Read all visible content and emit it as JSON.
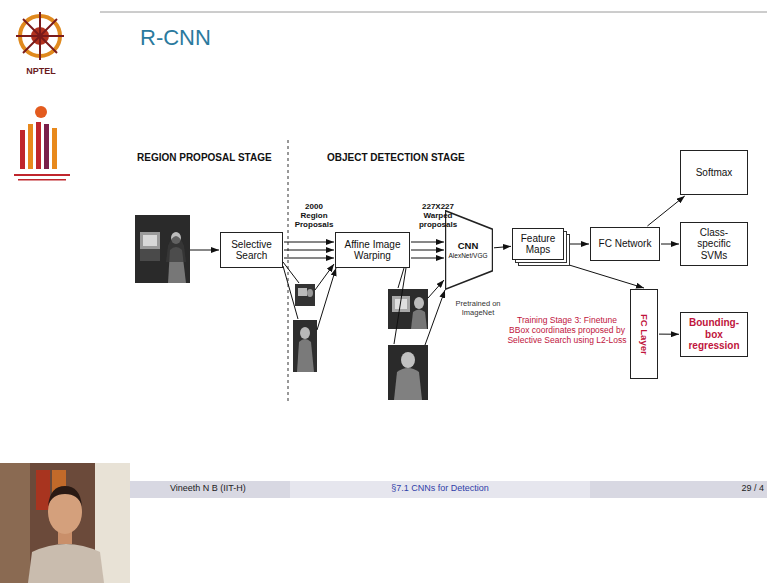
{
  "diagram": {
    "title": "R-CNN",
    "nodes": [
      {
        "text": [
          "Selective Search"
        ]
      },
      {
        "text": [
          "Affine Image Warping"
        ]
      },
      {
        "text": [
          "CNN",
          "AlexNet/VGG"
        ]
      },
      {
        "text": [
          "Feature Maps"
        ]
      },
      {
        "text": [
          "FC Network"
        ]
      },
      {
        "text": [
          "Softmax"
        ]
      },
      {
        "text": [
          "Class-specific SVMs"
        ]
      },
      {
        "text": [
          "FC Layer"
        ]
      },
      {
        "text": [
          "Bounding-box regression"
        ]
      }
    ],
    "edges": [
      {
        "from": 0,
        "to": 1,
        "arrow": "to"
      },
      {
        "from": 0,
        "to": 1,
        "arrow": "to"
      },
      {
        "from": 0,
        "to": 1,
        "arrow": "to"
      },
      {
        "from": 1,
        "to": 2,
        "arrow": "to"
      },
      {
        "from": 1,
        "to": 2,
        "arrow": "to"
      },
      {
        "from": 1,
        "to": 2,
        "arrow": "to"
      },
      {
        "from": 2,
        "to": 3,
        "arrow": "to"
      },
      {
        "from": 3,
        "to": 4,
        "arrow": "to"
      },
      {
        "from": 4,
        "to": 5,
        "arrow": "to"
      },
      {
        "from": 4,
        "to": 6,
        "arrow": "to"
      },
      {
        "from": 3,
        "to": 7,
        "arrow": "to"
      },
      {
        "from": 7,
        "to": 8,
        "arrow": "to"
      }
    ],
    "labels": [
      "NPTEL",
      "REGION PROPOSAL STAGE",
      "OBJECT DETECTION STAGE",
      "2000 Region Proposals",
      "227X227 Warped proposals",
      "Pretrained on ImageNet",
      "Training Stage 3: Finetune BBox coordinates proposed by Selective Search using L2-Loss",
      "Vineeth N B (IIT-H)",
      "§7.1 CNNs for Detection",
      "29 / 4"
    ]
  }
}
